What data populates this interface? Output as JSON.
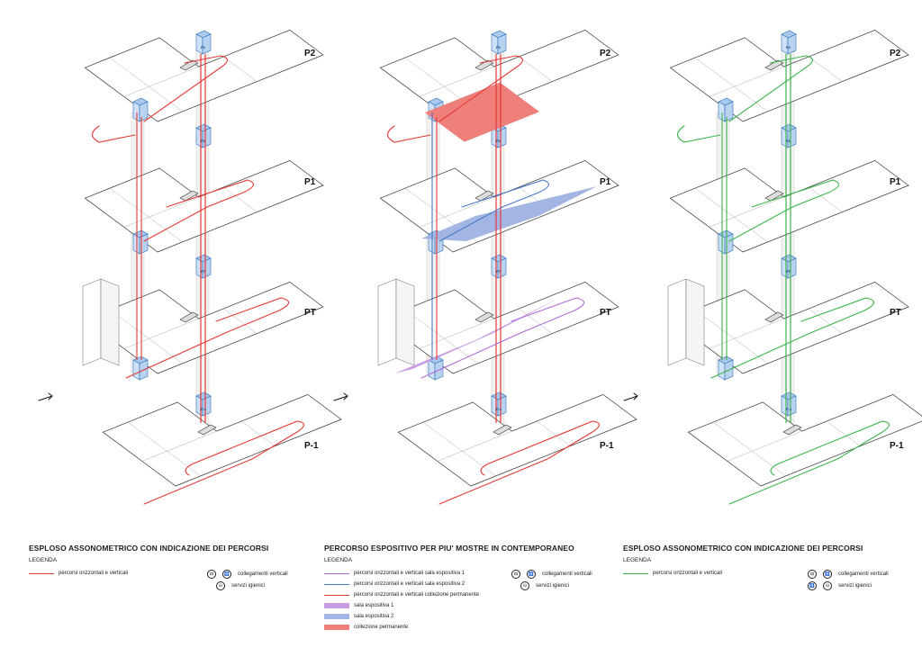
{
  "levels": {
    "p2": "P2",
    "p1": "P1",
    "pt": "PT",
    "pm1": "P-1"
  },
  "small_labels": {
    "p2": "P2",
    "p1": "P1",
    "pt": "PT",
    "pm1": "P-1"
  },
  "colors": {
    "red": "#e53935",
    "blue": "#4a78c8",
    "purple": "#b06ad6",
    "green": "#3cb44b",
    "sala1": "#c99de3",
    "sala2": "#a3b6e3",
    "collezione": "#ef7f7a",
    "lift": "#a8c8ee"
  },
  "panels": [
    {
      "title": "ESPLOSO ASSONOMETRICO CON INDICAZIONE DEI PERCORSI",
      "legend_label": "LEGENDA",
      "items": [
        {
          "label": "percorsi orizzontali e verticali",
          "color": "#e53935"
        }
      ],
      "icons": [
        {
          "label": "collegamenti verticali",
          "glyphs": [
            "⊡",
            "♿"
          ]
        },
        {
          "label": "servizi igienici",
          "glyphs": [
            "⚇"
          ]
        }
      ]
    },
    {
      "title": "PERCORSO ESPOSITIVO PER PIU' MOSTRE IN CONTEMPORANEO",
      "legend_label": "LEGENDA",
      "items": [
        {
          "label": "percorsi orizzontali e verticali sala espositiva 1",
          "color": "#b06ad6"
        },
        {
          "label": "percorsi orizzontali e verticali sala espositiva 2",
          "color": "#4a78c8"
        },
        {
          "label": "percorsi orizzontali e verticali collezione permanente",
          "color": "#e53935"
        }
      ],
      "fills": [
        {
          "label": "sala espositiva 1",
          "color": "#c99de3"
        },
        {
          "label": "sala espositiva 2",
          "color": "#a3b6e3"
        },
        {
          "label": "collezione permanente",
          "color": "#ef7f7a"
        }
      ],
      "icons": [
        {
          "label": "collegamenti verticali",
          "glyphs": [
            "⊡",
            "♿"
          ]
        },
        {
          "label": "servizi igienici",
          "glyphs": [
            "⚇"
          ]
        }
      ]
    },
    {
      "title": "ESPLOSO ASSONOMETRICO CON INDICAZIONE DEI PERCORSI",
      "legend_label": "LEGENDA",
      "items": [
        {
          "label": "percorsi orizzontali e verticali",
          "color": "#3cb44b"
        }
      ],
      "icons": [
        {
          "label": "collegamenti verticali",
          "glyphs": [
            "⊡",
            "♿"
          ]
        },
        {
          "label": "servizi igienici",
          "glyphs": [
            "♿",
            "⚇"
          ]
        }
      ]
    }
  ]
}
